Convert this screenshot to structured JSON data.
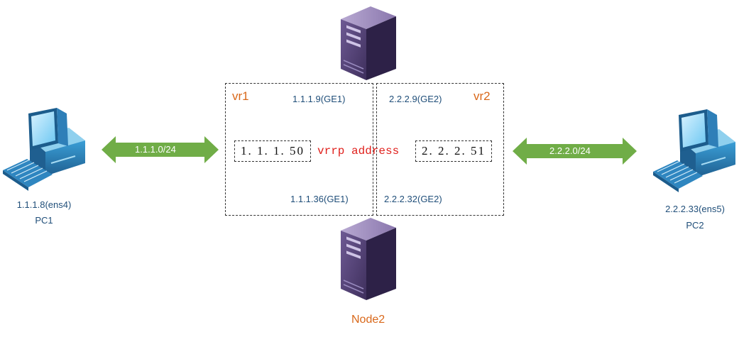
{
  "vr1": {
    "name": "vr1",
    "ge_top": "1.1.1.9(GE1)",
    "ge_bottom": "1.1.1.36(GE1)",
    "vip": "1. 1. 1. 50"
  },
  "vr2": {
    "name": "vr2",
    "ge_top": "2.2.2.9(GE2)",
    "ge_bottom": "2.2.2.32(GE2)",
    "vip": "2. 2. 2. 51"
  },
  "vrrp_label": "vrrp address",
  "left_link": "1.1.1.0/24",
  "right_link": "2.2.2.0/24",
  "pc1": {
    "ip": "1.1.1.8(ens4)",
    "name": "PC1"
  },
  "pc2": {
    "ip": "2.2.2.33(ens5)",
    "name": "PC2"
  },
  "node_bottom": "Node2",
  "colors": {
    "accent": "#d9681a",
    "label": "#1f4e79",
    "vrrp": "#e0201c",
    "arrow": "#70ad47",
    "server": "#5e4a82"
  }
}
